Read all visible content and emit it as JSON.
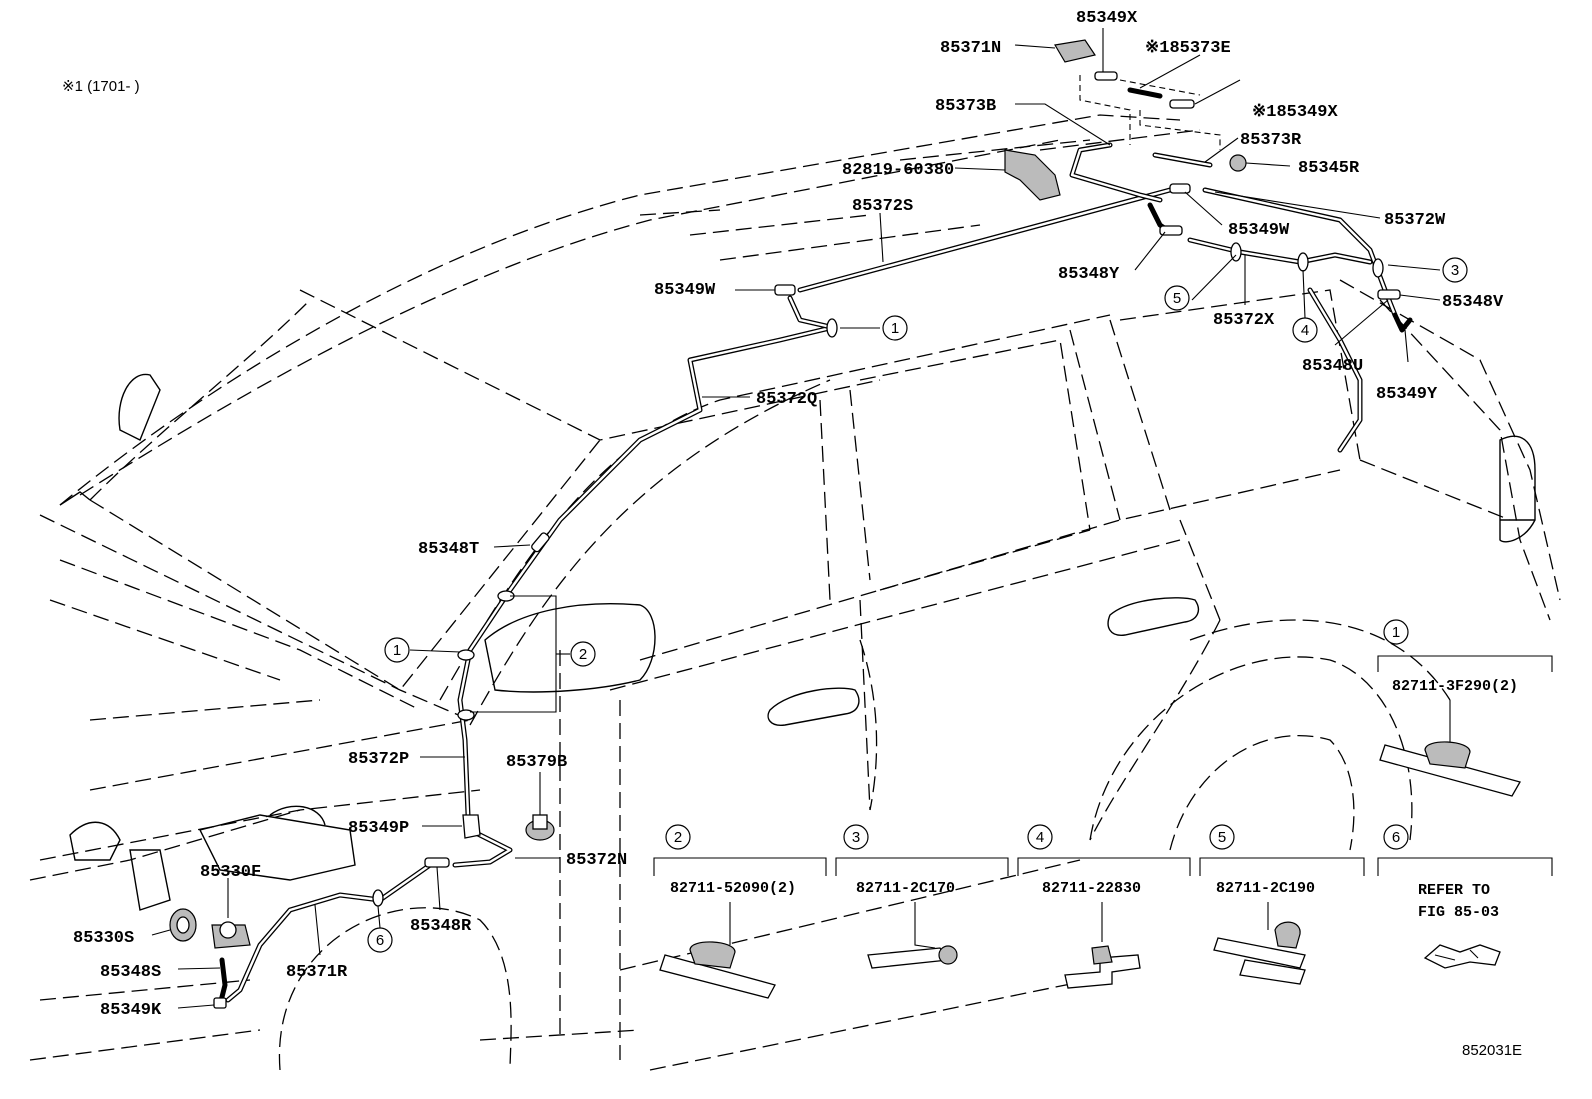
{
  "note": "※1 (1701-    )",
  "figure_code": "852031E",
  "callouts": {
    "p85349X_top": "85349X",
    "p85371N": "85371N",
    "p85373E": "※185373E",
    "p85373B": "85373B",
    "p85349X_r": "※185349X",
    "p85373R": "85373R",
    "p82819": "82819-60380",
    "p85345R": "85345R",
    "p85372S": "85372S",
    "p85372W": "85372W",
    "p85349W_r": "85349W",
    "p85348Y": "85348Y",
    "p85349W_l": "85349W",
    "p85348V": "85348V",
    "p85372X": "85372X",
    "p85348U": "85348U",
    "p85349Y": "85349Y",
    "p85372Q": "85372Q",
    "p85348T": "85348T",
    "p85372P": "85372P",
    "p85379B": "85379B",
    "p85349P": "85349P",
    "p85372N": "85372N",
    "p85330F": "85330F",
    "p85330S": "85330S",
    "p85348R": "85348R",
    "p85348S": "85348S",
    "p85371R": "85371R",
    "p85349K": "85349K"
  },
  "markers": {
    "m1": "1",
    "m2": "2",
    "m3": "3",
    "m4": "4",
    "m5": "5",
    "m6": "6"
  },
  "legend": {
    "l1": {
      "num": "1",
      "part": "82711-3F290(2)"
    },
    "l2": {
      "num": "2",
      "part": "82711-52090(2)"
    },
    "l3": {
      "num": "3",
      "part": "82711-2C170"
    },
    "l4": {
      "num": "4",
      "part": "82711-22830"
    },
    "l5": {
      "num": "5",
      "part": "82711-2C190"
    },
    "l6": {
      "num": "6",
      "ref_line1": "REFER TO",
      "ref_line2": "FIG 85-03"
    }
  }
}
